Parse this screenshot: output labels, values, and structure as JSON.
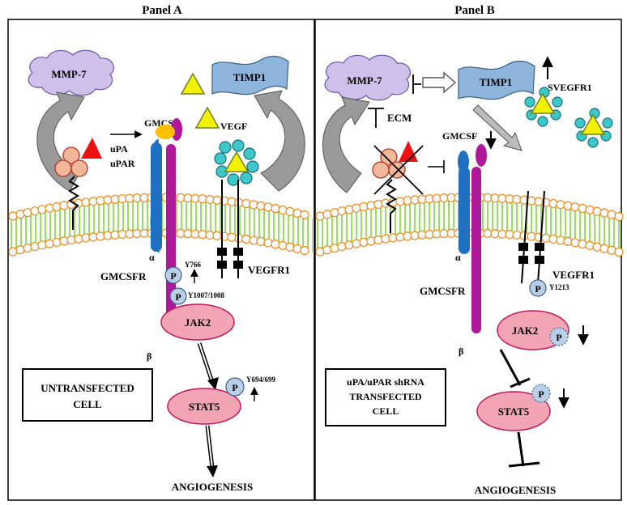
{
  "panel_a": {
    "title": "Panel A",
    "mmp7": "MMP-7",
    "timp1": "TIMP1",
    "gmcsf": "GMCSF",
    "vegf": "VEGF",
    "upa": "uPA",
    "upar": "uPAR",
    "alpha": "α",
    "beta": "β",
    "gmcsfr": "GMCSFR",
    "vegfr1": "VEGFR1",
    "p": "P",
    "y766": "Y766",
    "y1007": "Y1007/1008",
    "y694": "Y694/699",
    "jak2": "JAK2",
    "stat5": "STAT5",
    "box_line1": "UNTRANSFECTED",
    "box_line2": "CELL",
    "angiogenesis": "ANGIOGENESIS"
  },
  "panel_b": {
    "title": "Panel B",
    "mmp7": "MMP-7",
    "timp1": "TIMP1",
    "svegfr1": "SVEGFR1",
    "ecm": "ECM",
    "gmcsf": "GMCSF",
    "alpha": "α",
    "beta": "β",
    "gmcsfr": "GMCSFR",
    "vegfr1": "VEGFR1",
    "p": "P",
    "y1213": "Y1213",
    "jak2": "JAK2",
    "stat5": "STAT5",
    "box_line1": "uPA/uPAR shRNA",
    "box_line2": "TRANSFECTED",
    "box_line3": "CELL",
    "angiogenesis": "ANGIOGENESIS"
  },
  "colors": {
    "mmp_cloud": "#cfc0ea",
    "timp_flag": "#8fb4dc",
    "triangle": "#f2f200",
    "vegf_bead": "#3cc8c8",
    "upa_triangle": "#ee1111",
    "upar_bead": "#f2b89a",
    "membrane_lipid": "#f08a1c",
    "membrane_tail": "#7fd93a",
    "gmcsfr_alpha": "#1f6fc2",
    "gmcsfr_beta": "#b0189a",
    "gmcsf_ligand": "#ffc000",
    "jak_stat": "#f4a5b5",
    "phospho": "#b9cfe8",
    "arrow_grey": "#9a9a9a"
  }
}
